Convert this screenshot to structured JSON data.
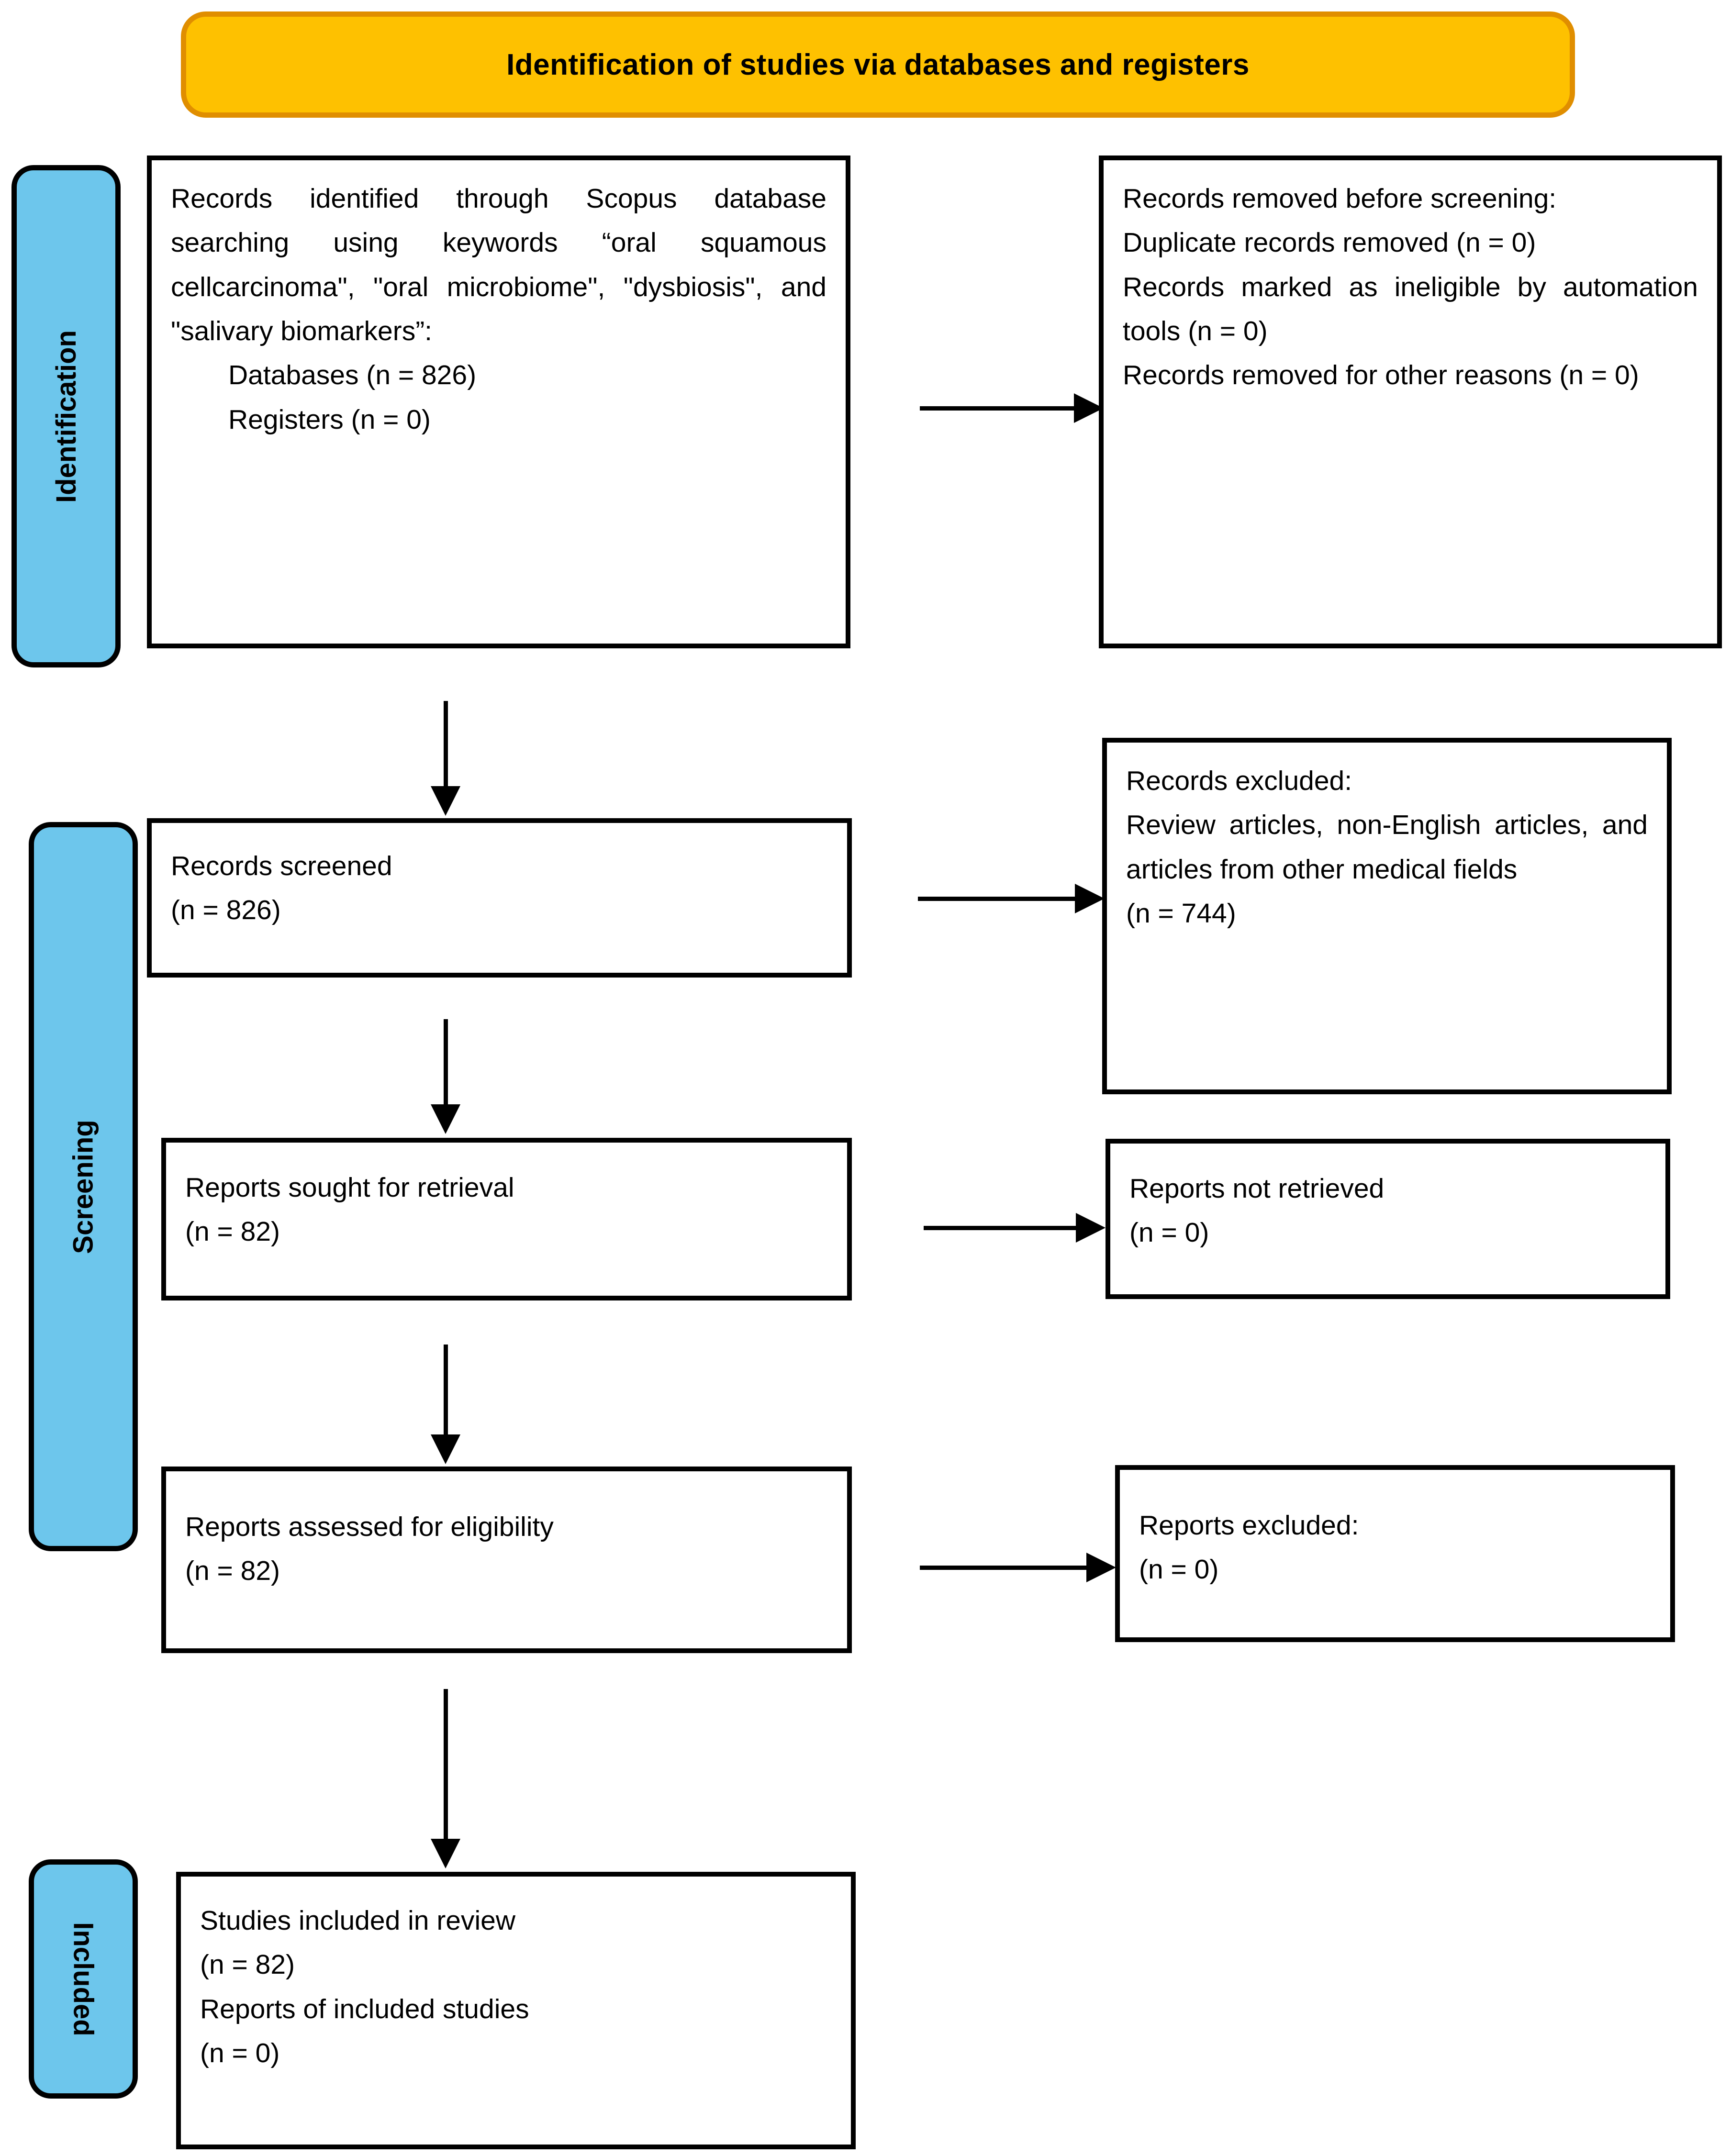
{
  "banner": {
    "title": "Identification of studies via databases and registers"
  },
  "stages": [
    {
      "key": "identification",
      "label": "Identification"
    },
    {
      "key": "screening",
      "label": "Screening"
    },
    {
      "key": "included",
      "label": "Included"
    }
  ],
  "boxes": {
    "identified": {
      "body": "Records identified through Scopus database searching using keywords “oral squamous cellcarcinoma\", \"oral microbiome\", \"dysbiosis\", and \"salivary biomarkers”:",
      "databases": "Databases (n = 826)",
      "registers": "Registers (n = 0)"
    },
    "removed": {
      "heading": "Records removed before screening:",
      "duplicate": "Duplicate records removed (n = 0)",
      "ineligible": "Records marked as ineligible by automation tools (n = 0)",
      "other": "Records removed for other reasons (n = 0)"
    },
    "screened": {
      "label": "Records screened",
      "count": "(n = 826)"
    },
    "records_excluded": {
      "heading": "Records excluded:",
      "reasons": "Review articles, non-English articles, and articles from other medical fields",
      "count": "(n = 744)"
    },
    "sought": {
      "label": "Reports sought for retrieval",
      "count": "(n = 82)"
    },
    "not_retrieved": {
      "label": "Reports not retrieved",
      "count": "(n = 0)"
    },
    "eligibility": {
      "label": "Reports assessed for eligibility",
      "count": "(n = 82)"
    },
    "reports_excluded": {
      "label": "Reports excluded:",
      "count": "(n = 0)"
    },
    "included": {
      "studies_label": "Studies included in review",
      "studies_count": "(n = 82)",
      "reports_label": "Reports of included studies",
      "reports_count": "(n = 0)"
    }
  },
  "colors": {
    "banner_fill": "#FEC100",
    "banner_border": "#E08E00",
    "stage_fill": "#6DC6EC",
    "line": "#000000"
  }
}
